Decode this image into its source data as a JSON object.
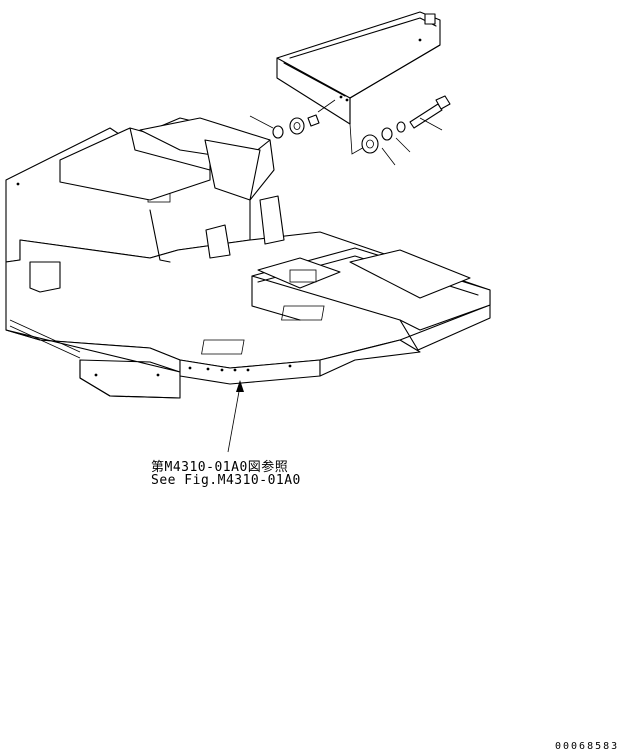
{
  "reference": {
    "line_jp": "第M4310-01A0図参照",
    "line_en": "See Fig.M4310-01A0"
  },
  "figure_id": "00068583"
}
